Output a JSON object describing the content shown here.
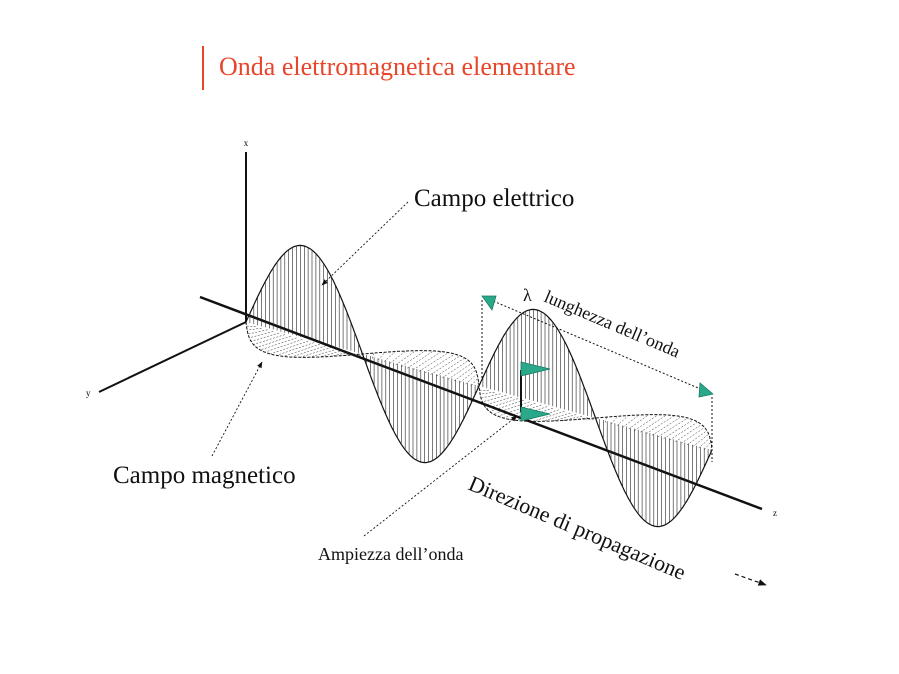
{
  "title": "Onda elettromagnetica elementare",
  "colors": {
    "title": "#e8462a",
    "accent": "#2aa98a",
    "line": "#111111"
  },
  "axes": {
    "x": "x",
    "y": "y",
    "z": "z"
  },
  "labels": {
    "electric_field": "Campo elettrico",
    "magnetic_field": "Campo magnetico",
    "wavelength_symbol": "λ",
    "wavelength": "lunghezza dell’onda",
    "direction": "Direzione di propagazione",
    "amplitude": "Ampiezza dell’onda"
  }
}
